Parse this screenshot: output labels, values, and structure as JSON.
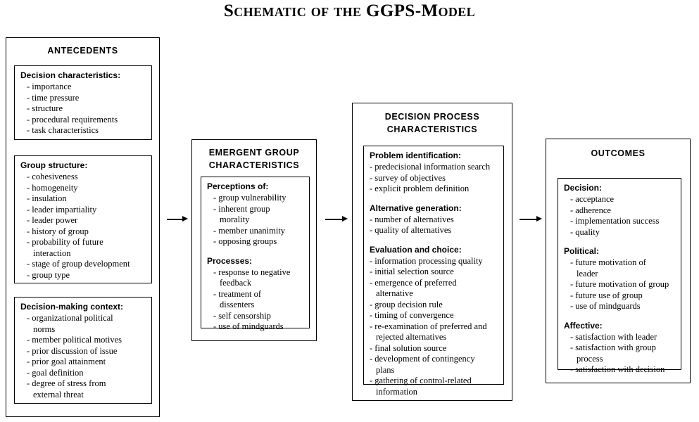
{
  "title": "Schematic of the GGPS-Model",
  "panels": {
    "antecedents": {
      "heading": "ANTECEDENTS",
      "groups": [
        {
          "head": "Decision characteristics:",
          "items": [
            "importance",
            "time pressure",
            "structure",
            "procedural requirements",
            "task characteristics"
          ]
        },
        {
          "head": "Group structure:",
          "items": [
            "cohesiveness",
            "homogeneity",
            "insulation",
            "leader impartiality",
            "leader power",
            "history of group",
            "probability of future\ninteraction",
            "stage of group development",
            "group type"
          ]
        },
        {
          "head": "Decision-making context:",
          "items": [
            "organizational political\nnorms",
            "member political motives",
            "prior discussion of issue",
            "prior goal attainment",
            "goal definition",
            "degree of stress from\nexternal threat"
          ]
        }
      ]
    },
    "emergent": {
      "heading": "EMERGENT GROUP\nCHARACTERISTICS",
      "groups": [
        {
          "head": "Perceptions of:",
          "items": [
            "group vulnerability",
            "inherent group\nmorality",
            "member unanimity",
            "opposing groups"
          ]
        },
        {
          "head": "Processes:",
          "items": [
            "response to negative\nfeedback",
            "treatment of\ndissenters",
            "self censorship",
            "use of mindguards"
          ]
        }
      ]
    },
    "process": {
      "heading": "DECISION PROCESS\nCHARACTERISTICS",
      "groups": [
        {
          "head": "Problem identification:",
          "items": [
            "predecisional information search",
            "survey of objectives",
            "explicit problem definition"
          ]
        },
        {
          "head": "Alternative generation:",
          "items": [
            "number of alternatives",
            "quality of alternatives"
          ]
        },
        {
          "head": "Evaluation and choice:",
          "items": [
            "information processing quality",
            "initial selection source",
            "emergence of preferred\nalternative",
            "group decision rule",
            "timing of convergence",
            "re-examination of preferred and\nrejected alternatives",
            "final solution source",
            "development of contingency\nplans",
            "gathering of control-related\ninformation"
          ]
        }
      ]
    },
    "outcomes": {
      "heading": "OUTCOMES",
      "groups": [
        {
          "head": "Decision:",
          "items": [
            "acceptance",
            "adherence",
            "implementation success",
            "quality"
          ]
        },
        {
          "head": "Political:",
          "items": [
            "future motivation of\nleader",
            "future motivation of group",
            "future use of group",
            "use of mindguards"
          ]
        },
        {
          "head": "Affective:",
          "items": [
            "satisfaction with leader",
            "satisfaction with group\nprocess",
            "satisfaction with decision"
          ]
        }
      ]
    }
  },
  "arrows": [
    {
      "name": "antecedents-to-emergent"
    },
    {
      "name": "emergent-to-process"
    },
    {
      "name": "process-to-outcomes"
    }
  ],
  "colors": {
    "ink": "#000000",
    "background": "#ffffff"
  }
}
